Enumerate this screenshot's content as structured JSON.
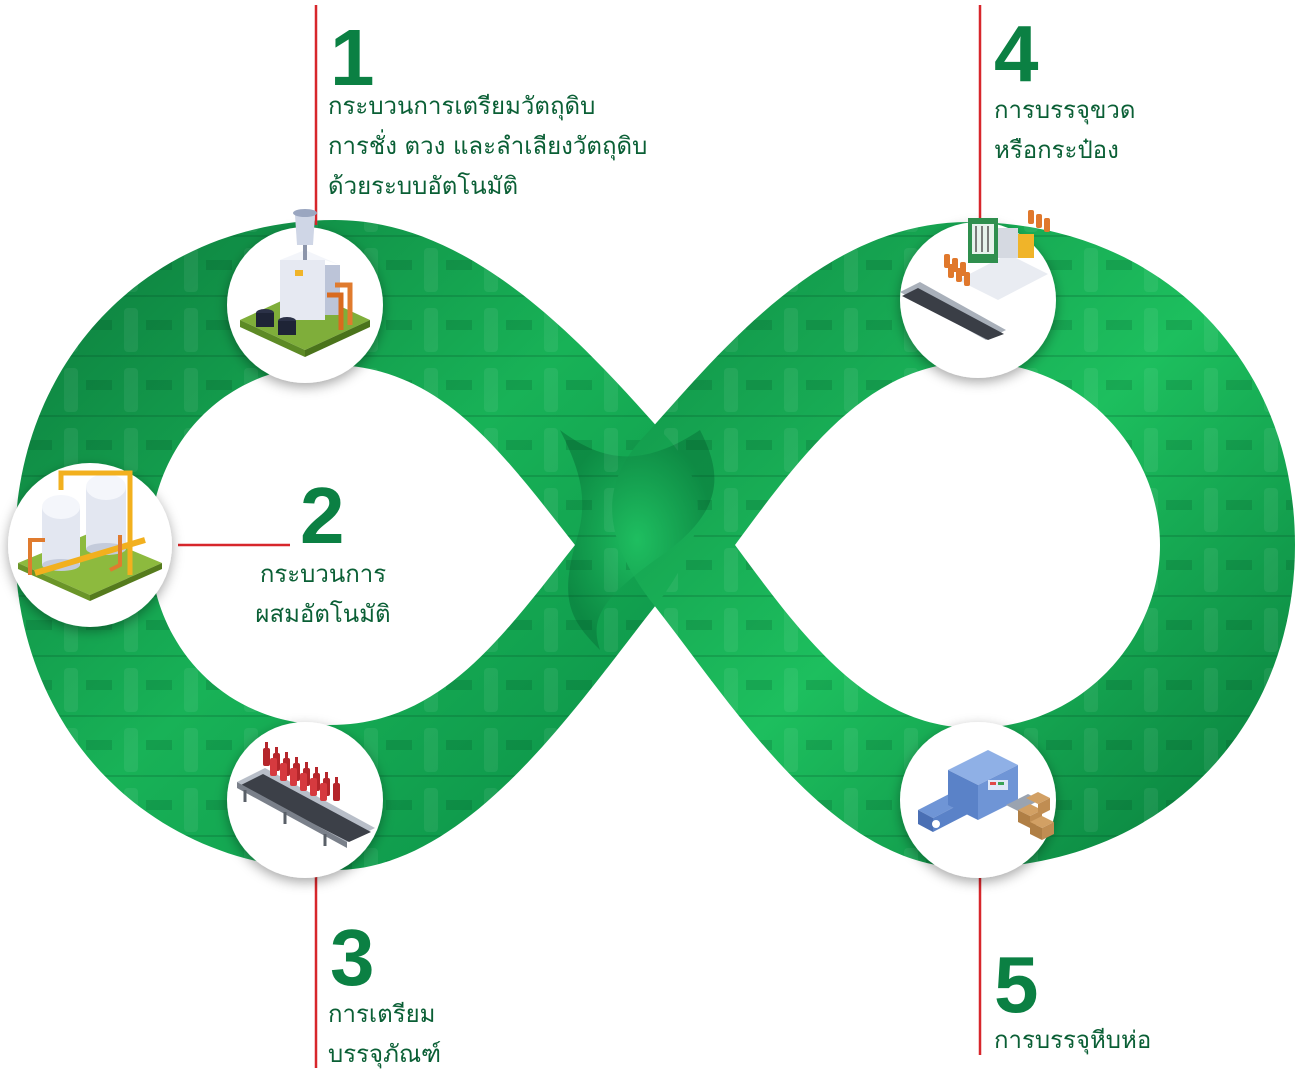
{
  "colors": {
    "green": "#0a8f4a",
    "green_dark": "#066b36",
    "green_light": "#2fd46f",
    "red": "#d7262b",
    "text": "#0a5f35",
    "number": "#0b8043"
  },
  "steps": [
    {
      "number": "1",
      "lines": [
        "กระบวนการเตรียมวัตถุดิบ",
        "การชั่ง ตวง และลำเลียงวัตถุดิบ",
        "ด้วยระบบอัตโนมัติ"
      ],
      "icon": "factory-silo-icon"
    },
    {
      "number": "2",
      "lines": [
        "กระบวนการ",
        "ผสมอัตโนมัติ"
      ],
      "icon": "mixing-tanks-icon"
    },
    {
      "number": "3",
      "lines": [
        "การเตรียม",
        "บรรจุภัณฑ์"
      ],
      "icon": "bottle-conveyor-icon"
    },
    {
      "number": "4",
      "lines": [
        "การบรรจุขวด",
        "หรือกระป๋อง"
      ],
      "icon": "bottling-line-icon"
    },
    {
      "number": "5",
      "lines": [
        "การบรรจุหีบห่อ"
      ],
      "icon": "packing-machine-icon"
    }
  ]
}
